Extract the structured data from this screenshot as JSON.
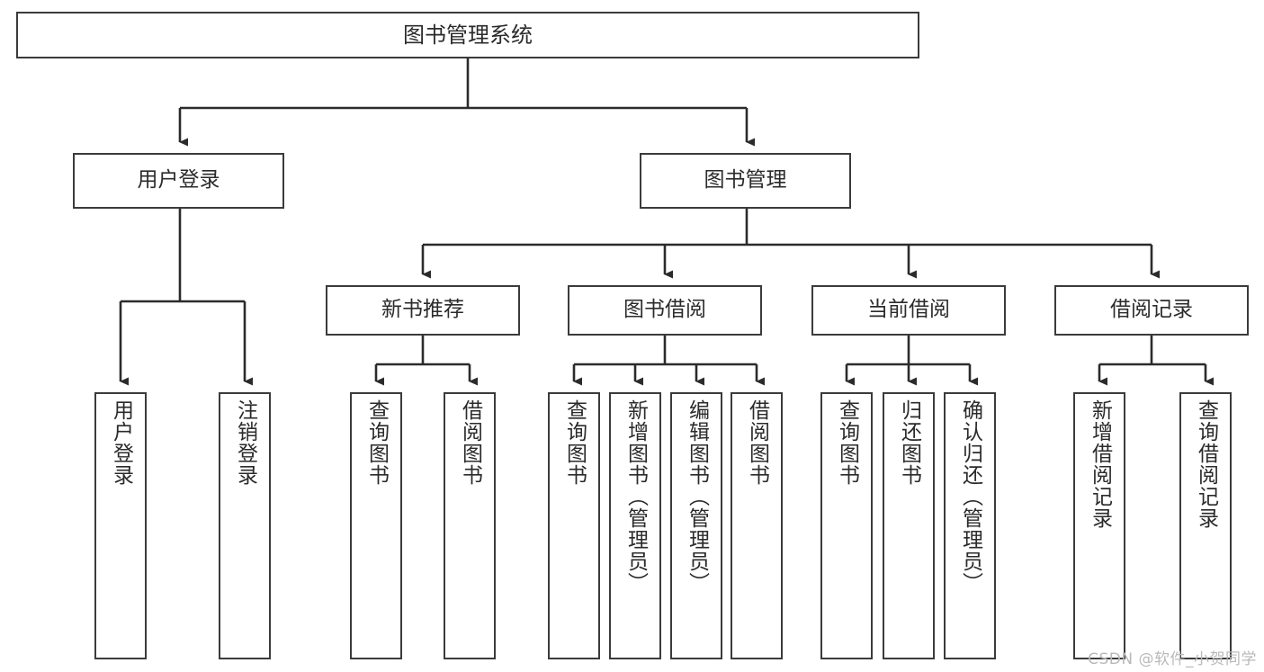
{
  "diagram": {
    "title": "图书管理系统",
    "type": "function-structure-tree",
    "watermark": "CSDN @软件_小贺同学",
    "colors": {
      "box_border": "#3b3b3b",
      "box_fill": "#ffffff",
      "edge": "#2b2b2b",
      "text": "#2b2b2b",
      "watermark": "#b9b9b9",
      "background": "#ffffff"
    },
    "levels": [
      {
        "level": 1,
        "nodes": [
          {
            "id": "root",
            "label": "图书管理系统",
            "orientation": "horizontal"
          }
        ]
      },
      {
        "level": 2,
        "nodes": [
          {
            "id": "user-login",
            "label": "用户登录",
            "orientation": "horizontal",
            "parent": "root"
          },
          {
            "id": "book-mgmt",
            "label": "图书管理",
            "orientation": "horizontal",
            "parent": "root"
          }
        ]
      },
      {
        "level": 3,
        "nodes": [
          {
            "id": "new-book-rec",
            "label": "新书推荐",
            "orientation": "horizontal",
            "parent": "book-mgmt"
          },
          {
            "id": "book-borrow",
            "label": "图书借阅",
            "orientation": "horizontal",
            "parent": "book-mgmt"
          },
          {
            "id": "current-borrow",
            "label": "当前借阅",
            "orientation": "horizontal",
            "parent": "book-mgmt"
          },
          {
            "id": "borrow-record",
            "label": "借阅记录",
            "orientation": "horizontal",
            "parent": "book-mgmt"
          }
        ]
      },
      {
        "level": 4,
        "nodes": [
          {
            "id": "leaf-user-login",
            "label": "用户登录",
            "orientation": "vertical",
            "parent": "user-login"
          },
          {
            "id": "leaf-user-logout",
            "label": "注销登录",
            "orientation": "vertical",
            "parent": "user-login"
          },
          {
            "id": "leaf-rec-query",
            "label": "查询图书",
            "orientation": "vertical",
            "parent": "new-book-rec"
          },
          {
            "id": "leaf-rec-borrow",
            "label": "借阅图书",
            "orientation": "vertical",
            "parent": "new-book-rec"
          },
          {
            "id": "leaf-borrow-query",
            "label": "查询图书",
            "orientation": "vertical",
            "parent": "book-borrow"
          },
          {
            "id": "leaf-borrow-add",
            "label": "新增图书（管理员）",
            "orientation": "vertical",
            "parent": "book-borrow"
          },
          {
            "id": "leaf-borrow-edit",
            "label": "编辑图书（管理员）",
            "orientation": "vertical",
            "parent": "book-borrow"
          },
          {
            "id": "leaf-borrow-do",
            "label": "借阅图书",
            "orientation": "vertical",
            "parent": "book-borrow"
          },
          {
            "id": "leaf-cur-query",
            "label": "查询图书",
            "orientation": "vertical",
            "parent": "current-borrow"
          },
          {
            "id": "leaf-cur-return",
            "label": "归还图书",
            "orientation": "vertical",
            "parent": "current-borrow"
          },
          {
            "id": "leaf-cur-confirm",
            "label": "确认归还（管理员）",
            "orientation": "vertical",
            "parent": "current-borrow"
          },
          {
            "id": "leaf-rec-add",
            "label": "新增借阅记录",
            "orientation": "vertical",
            "parent": "borrow-record"
          },
          {
            "id": "leaf-rec-search",
            "label": "查询借阅记录",
            "orientation": "vertical",
            "parent": "borrow-record"
          }
        ]
      }
    ]
  }
}
